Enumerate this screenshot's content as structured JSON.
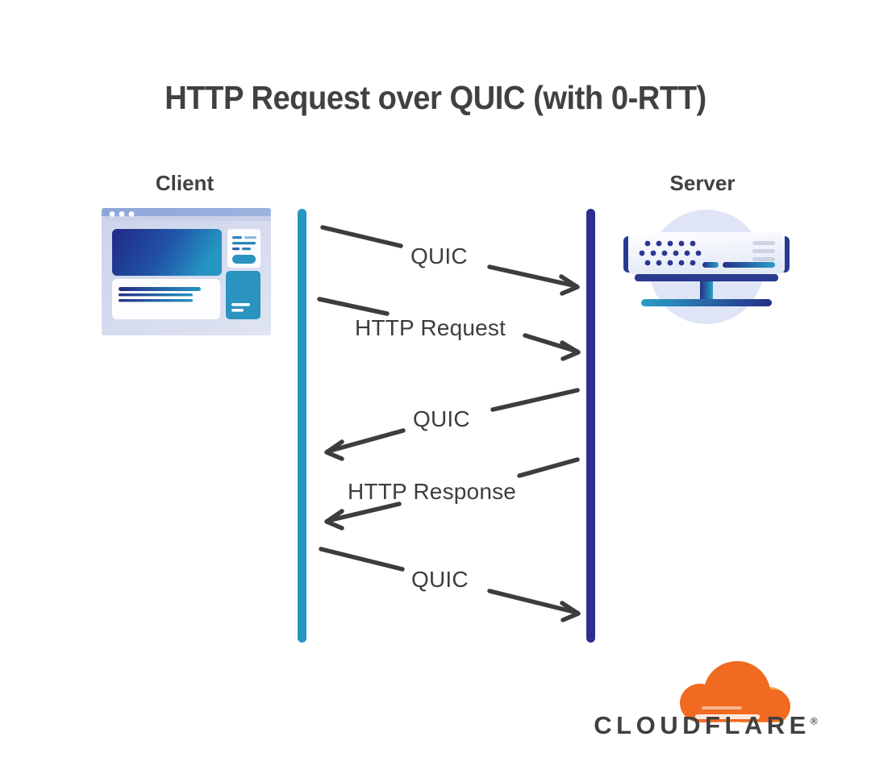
{
  "diagram": {
    "title": "HTTP Request over QUIC (with 0-RTT)",
    "type": "sequence-diagram",
    "background_color": "#ffffff",
    "text_color": "#3d3d3d"
  },
  "endpoints": {
    "client": {
      "label": "Client",
      "icon": "browser-window-icon",
      "lifeline_color": "#2596c0"
    },
    "server": {
      "label": "Server",
      "icon": "server-rack-icon",
      "lifeline_color": "#2e2e8f"
    }
  },
  "messages": [
    {
      "id": "msg-1",
      "label": "QUIC",
      "direction": "client-to-server",
      "order": 1
    },
    {
      "id": "msg-2",
      "label": "HTTP Request",
      "direction": "client-to-server",
      "order": 2
    },
    {
      "id": "msg-3",
      "label": "QUIC",
      "direction": "server-to-client",
      "order": 3
    },
    {
      "id": "msg-4",
      "label": "HTTP Response",
      "direction": "server-to-client",
      "order": 4
    },
    {
      "id": "msg-5",
      "label": "QUIC",
      "direction": "client-to-server",
      "order": 5
    }
  ],
  "branding": {
    "name": "CLOUDFLARE",
    "registered_mark": "®",
    "logo_icon": "cloudflare-cloud-logo",
    "cloud_color_main": "#f06a22",
    "cloud_color_accent": "#faad3f",
    "wordmark_color": "#404041"
  }
}
